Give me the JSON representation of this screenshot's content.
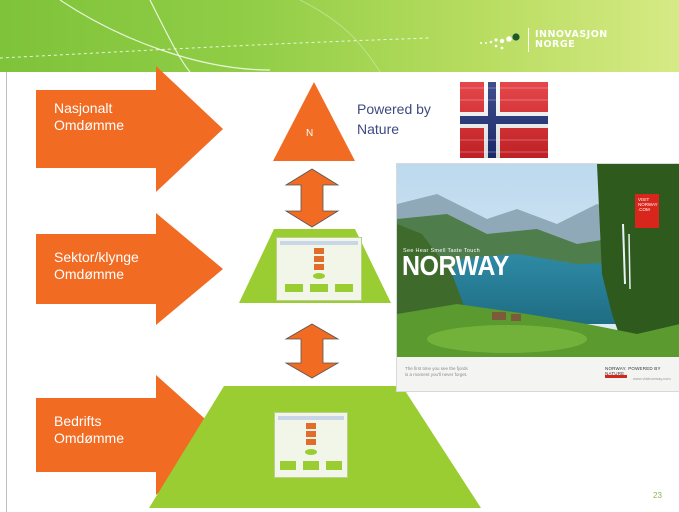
{
  "banner": {
    "logo_line1": "INNOVASJON",
    "logo_line2": "NORGE"
  },
  "levels": [
    {
      "label_line1": "Nasjonalt",
      "label_line2": "Omdømme"
    },
    {
      "label_line1": "Sektor/klynge",
      "label_line2": "Omdømme"
    },
    {
      "label_line1": "Bedrifts",
      "label_line2": "Omdømme"
    }
  ],
  "triangle_letter": "N",
  "powered": {
    "line1": "Powered by",
    "line2": "Nature"
  },
  "poster": {
    "tagline": "See  Hear  Smell  Taste  Touch",
    "title": "NORWAY",
    "badge": "VISIT NORWAY .COM",
    "caption_left_line1": "The first time you see the fjords",
    "caption_left_line2": "is a moment you'll never forget.",
    "caption_right": "NORWAY. POWERED BY NATURE",
    "url": "www.visitnorway.com"
  },
  "page_number": "23",
  "colors": {
    "banner_green": "#8fcd45",
    "arrow_orange": "#f26b22",
    "shape_lime": "#9acd32",
    "title_blue": "#3d4a80"
  }
}
